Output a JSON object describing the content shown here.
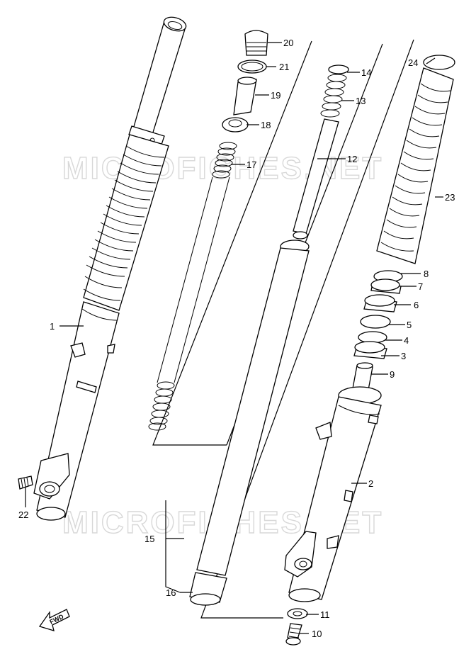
{
  "watermark": {
    "top": "MICROFICHES.NET",
    "bottom": "MICROFICHES.NET"
  },
  "direction_badge": {
    "label": "FWD"
  },
  "callouts": [
    {
      "id": "c1",
      "label": "1"
    },
    {
      "id": "c2",
      "label": "2"
    },
    {
      "id": "c3",
      "label": "3"
    },
    {
      "id": "c4",
      "label": "4"
    },
    {
      "id": "c5",
      "label": "5"
    },
    {
      "id": "c6",
      "label": "6"
    },
    {
      "id": "c7",
      "label": "7"
    },
    {
      "id": "c8",
      "label": "8"
    },
    {
      "id": "c9",
      "label": "9"
    },
    {
      "id": "c10",
      "label": "10"
    },
    {
      "id": "c11",
      "label": "11"
    },
    {
      "id": "c12",
      "label": "12"
    },
    {
      "id": "c13",
      "label": "13"
    },
    {
      "id": "c14",
      "label": "14"
    },
    {
      "id": "c15",
      "label": "15"
    },
    {
      "id": "c16",
      "label": "16"
    },
    {
      "id": "c17",
      "label": "17"
    },
    {
      "id": "c18",
      "label": "18"
    },
    {
      "id": "c19",
      "label": "19"
    },
    {
      "id": "c20",
      "label": "20"
    },
    {
      "id": "c21",
      "label": "21"
    },
    {
      "id": "c22",
      "label": "22"
    },
    {
      "id": "c23",
      "label": "23"
    },
    {
      "id": "c24",
      "label": "24"
    }
  ]
}
